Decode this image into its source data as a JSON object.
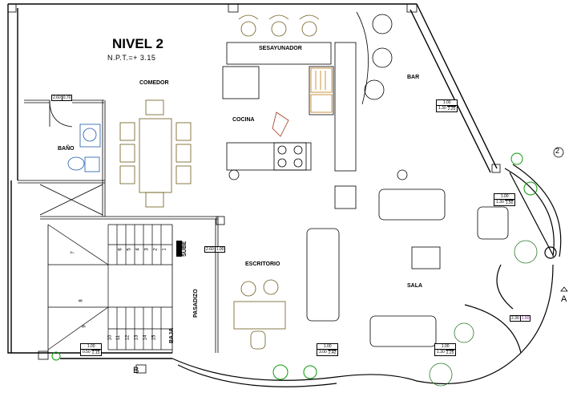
{
  "plan": {
    "title": "NIVEL 2",
    "level": "N.P.T.=+ 3.15",
    "rooms": {
      "comedor": "COMEDOR",
      "sesayunador": "SESAYUNADOR",
      "bar": "BAR",
      "cocina": "COCINA",
      "bano": "BAÑO",
      "escritorio": "ESCRITORIO",
      "sala": "SALA",
      "pasadizo": "PASADIZO",
      "sube": "SUBE",
      "baja": "BAJA"
    },
    "tags": {
      "bano_window": [
        "2.60",
        "0.70"
      ],
      "bar_window": [
        "1.00",
        "1.30",
        "2.25"
      ],
      "right_window": [
        "1.00",
        "1.30",
        "1.50"
      ],
      "stair_window": [
        "2.60",
        "1.00"
      ],
      "left_bottom": [
        "1.00",
        "0.50",
        "2.15"
      ],
      "center_bottom": [
        "1.00",
        "3.00",
        "2.42"
      ],
      "right_bottom": [
        "1.00",
        "1.30",
        "2.25"
      ],
      "sala_window": [
        "2.30",
        "1.60"
      ]
    },
    "stairs_up": [
      "1",
      "2",
      "3",
      "4",
      "5",
      "6",
      "7"
    ],
    "stairs_down": [
      "10",
      "11",
      "12",
      "13",
      "14",
      "15"
    ],
    "stairs_turn": [
      "8",
      "9"
    ],
    "axis_b": "B",
    "axis_a": "A",
    "axis_2": "2"
  }
}
